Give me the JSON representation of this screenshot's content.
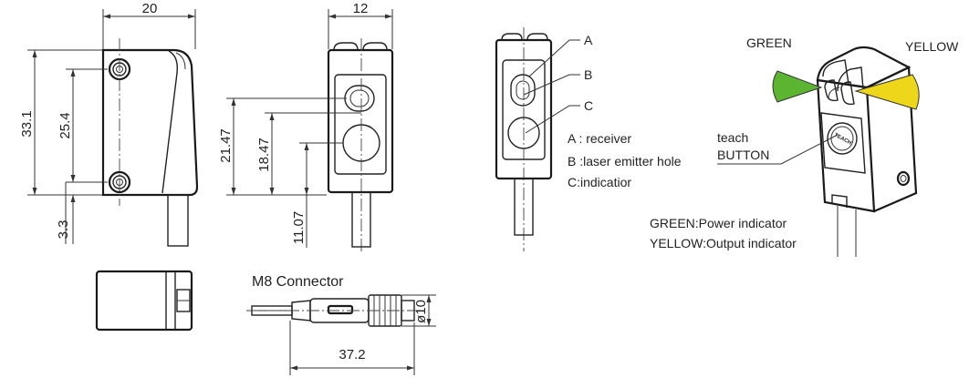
{
  "dimensions": {
    "width_20": "20",
    "height_33_1": "33.1",
    "hole_pitch_25_4": "25.4",
    "offset_3_3": "3.3",
    "width_12": "12",
    "height_21_47": "21.47",
    "height_18_47": "18.47",
    "height_11_07": "11.07",
    "connector_length": "37.2",
    "connector_diameter": "ø10"
  },
  "connector": {
    "title": "M8 Connector"
  },
  "legend": {
    "a": "A",
    "b": "B",
    "c": "C",
    "a_desc": "A : receiver",
    "b_desc": "B :laser emitter hole",
    "c_desc": "C:indicatior"
  },
  "indicators": {
    "green_label": "GREEN",
    "yellow_label": "YELLOW",
    "green_color": "#5cb531",
    "yellow_color": "#eed61a",
    "teach_line1": "teach",
    "teach_line2": "BUTTON",
    "teach_on_button": "TEACH",
    "green_desc": "GREEN:Power indicator",
    "yellow_desc": "YELLOW:Output indicator"
  }
}
